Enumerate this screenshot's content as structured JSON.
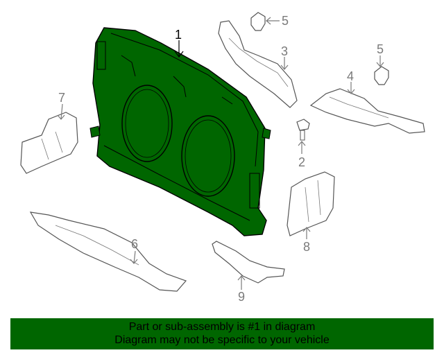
{
  "callouts": {
    "c1": "1",
    "c2": "2",
    "c3": "3",
    "c4": "4",
    "c5a": "5",
    "c5b": "5",
    "c6": "6",
    "c7": "7",
    "c8": "8",
    "c9": "9"
  },
  "banner": {
    "line1": "Part or sub-assembly is #1 in diagram",
    "line2": "Diagram may not be specific to your vehicle"
  },
  "colors": {
    "highlight_part": "#006600",
    "banner_bg": "#006600",
    "outline": "#000000",
    "callout_text": "#7a7a7a"
  }
}
